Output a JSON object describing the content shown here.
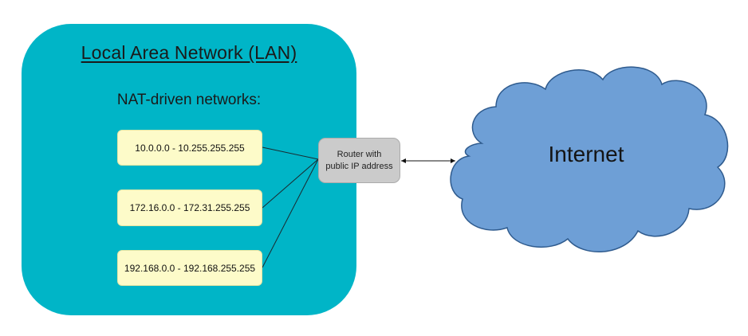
{
  "lan": {
    "title": "Local Area Network (LAN)",
    "subtitle": "NAT-driven networks:",
    "subnets": [
      "10.0.0.0 - 10.255.255.255",
      "172.16.0.0 - 172.31.255.255",
      "192.168.0.0 - 192.168.255.255"
    ]
  },
  "router": {
    "line1": "Router with",
    "line2": "public IP address"
  },
  "internet": {
    "label": "Internet"
  },
  "colors": {
    "lan_fill": "#00b5c7",
    "subnet_fill": "#fdfbc9",
    "router_fill": "#cbcbcb",
    "cloud_fill": "#6e9fd6",
    "cloud_stroke": "#2f5b8e"
  }
}
